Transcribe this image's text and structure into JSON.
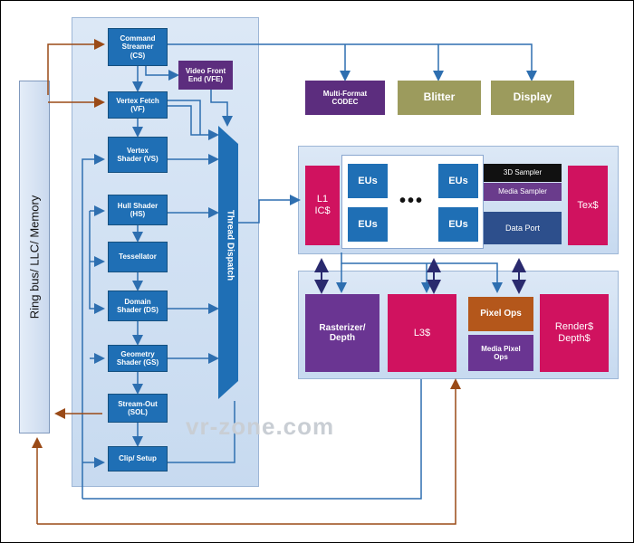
{
  "ring_bus": "Ring bus/ LLC/ Memory",
  "pipeline": {
    "cs": "Command\nStreamer\n(CS)",
    "vfe": "Video Front\nEnd (VFE)",
    "vf": "Vertex Fetch\n(VF)",
    "vs": "Vertex\nShader (VS)",
    "hs": "Hull Shader\n(HS)",
    "tess": "Tessellator",
    "ds": "Domain\nShader (DS)",
    "gs": "Geometry\nShader (GS)",
    "sol": "Stream-Out\n(SOL)",
    "clip": "Clip/ Setup"
  },
  "thread_dispatch": "Thread Dispatch",
  "top_blocks": {
    "codec": "Multi-Format\nCODEC",
    "blitter": "Blitter",
    "display": "Display"
  },
  "exec": {
    "l1": "L1\nIC$",
    "eu": "EUs",
    "dots": "•••",
    "sampler3d": "3D Sampler",
    "media_sampler": "Media Sampler",
    "data_port": "Data Port",
    "tex": "Tex$"
  },
  "back": {
    "rasterizer": "Rasterizer/\nDepth",
    "l3": "L3$",
    "pixel_ops": "Pixel Ops",
    "media_pixel_ops": "Media Pixel\nOps",
    "render_cache": "Render$\nDepth$"
  },
  "watermark": "vr-zone.com",
  "colors": {
    "pipeline": "#1f6fb5",
    "purple": "#5c2d7e",
    "olive": "#9c9b5d",
    "pink": "#d0125f",
    "orange": "#b4571b",
    "wire_blue": "#2e6fb0",
    "wire_brown": "#9a4a17"
  }
}
